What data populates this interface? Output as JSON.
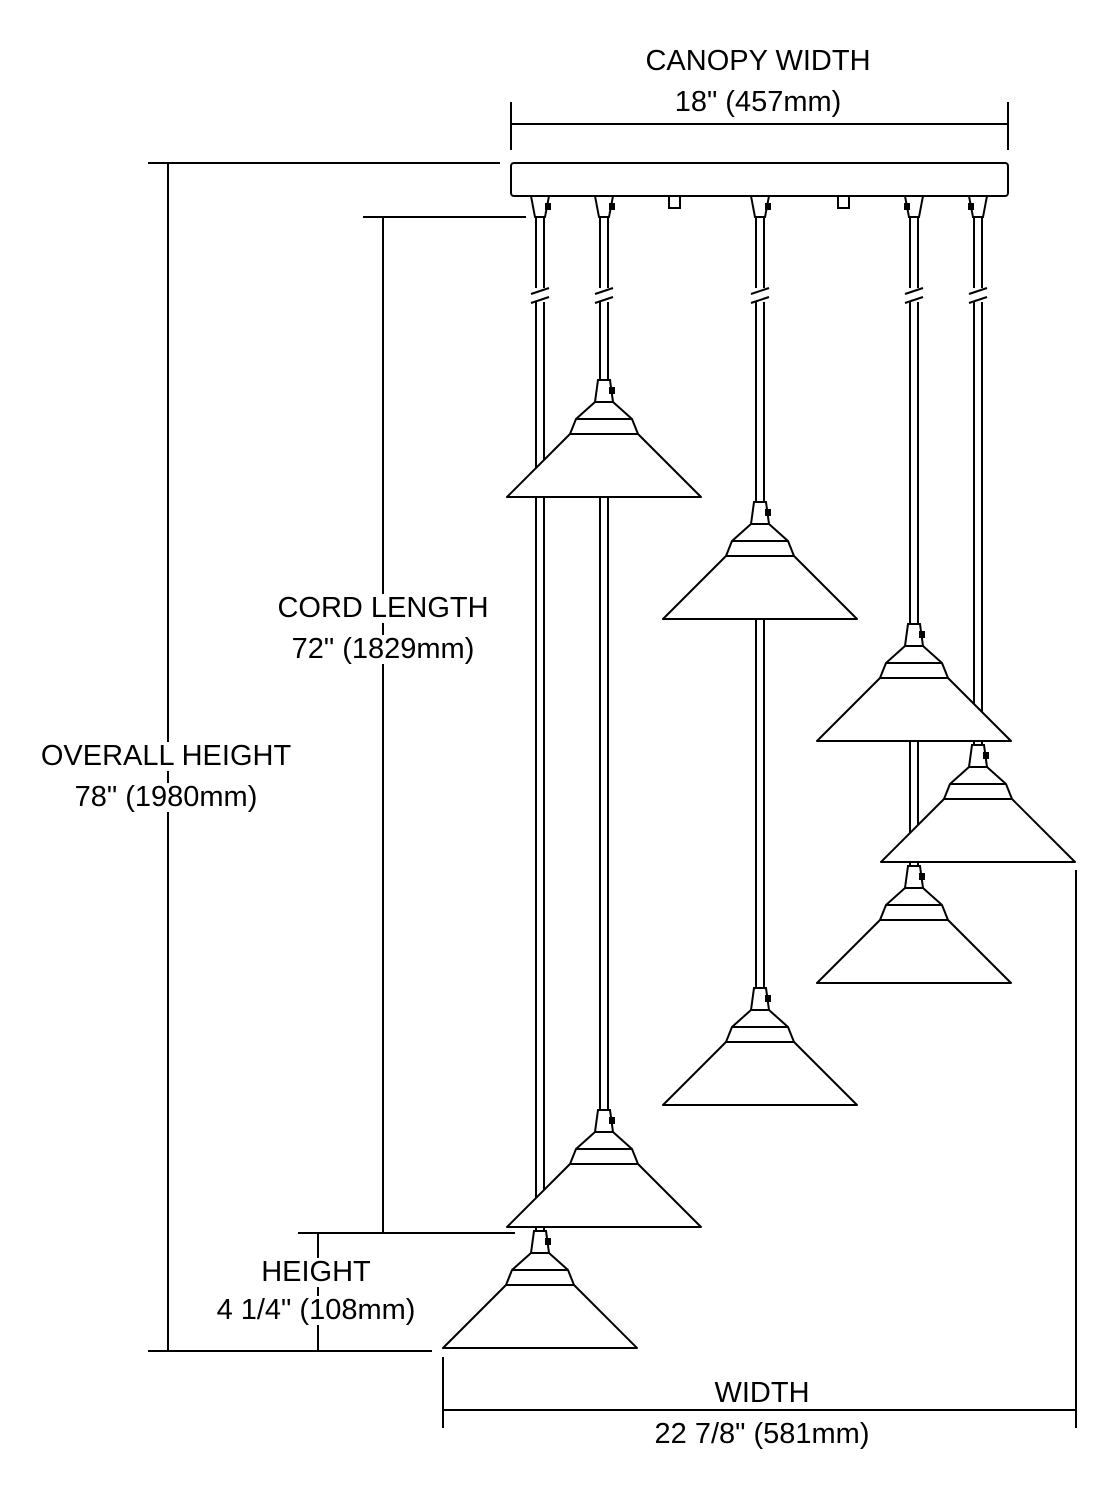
{
  "dimensions": {
    "canopy_width": {
      "label": "CANOPY WIDTH",
      "value": "18\" (457mm)"
    },
    "cord_length": {
      "label": "CORD LENGTH",
      "value": "72\" (1829mm)"
    },
    "overall_height": {
      "label": "OVERALL HEIGHT",
      "value": "78\" (1980mm)"
    },
    "height": {
      "label": "HEIGHT",
      "value": "4 1/4\" (108mm)"
    },
    "width": {
      "label": "WIDTH",
      "value": "22 7/8\" (581mm)"
    }
  },
  "fixture": {
    "pendant_count": 8,
    "stroke_color": "#000000",
    "fill_color": "#ffffff"
  }
}
